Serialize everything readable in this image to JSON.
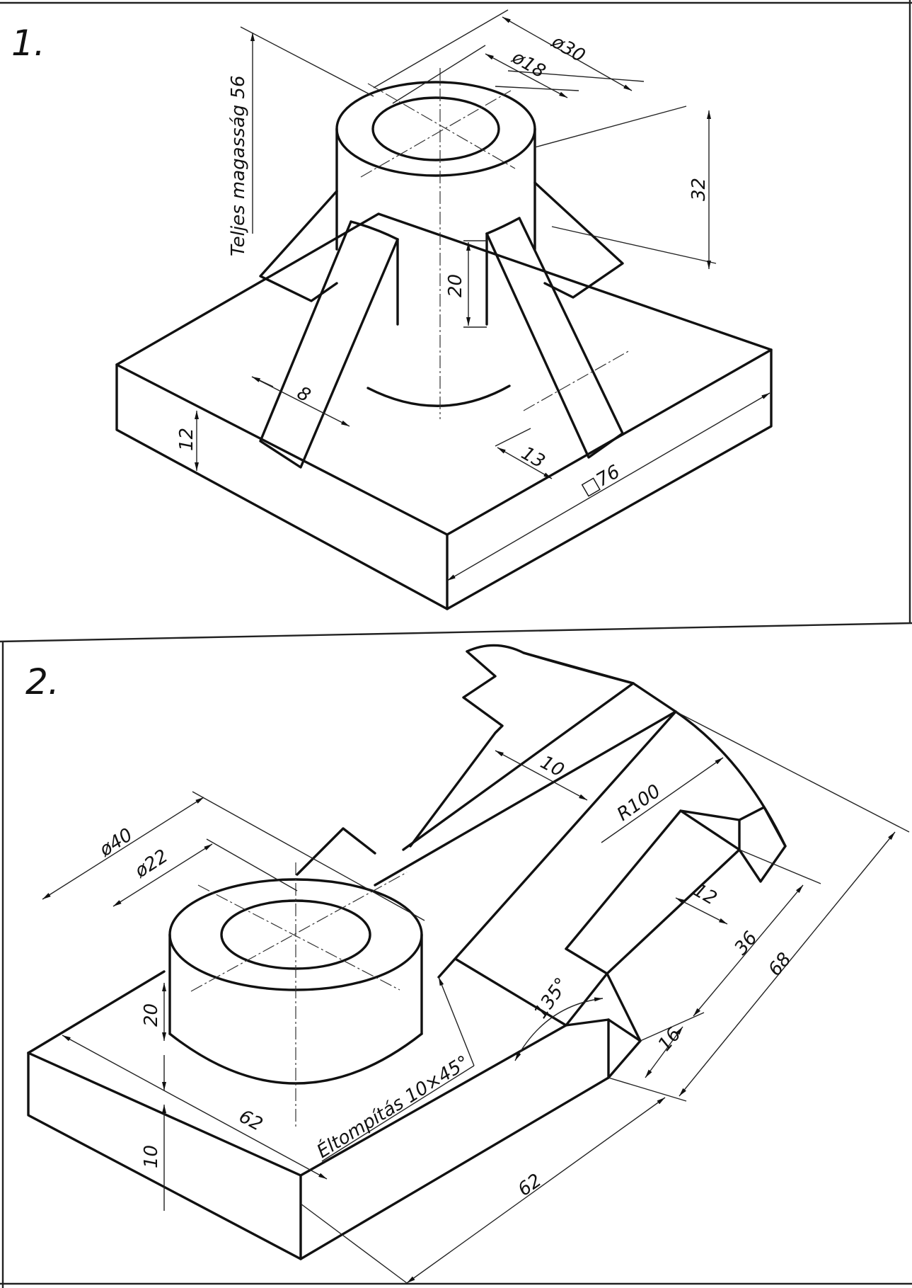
{
  "figure1": {
    "number": "1.",
    "dims": {
      "total_height": "Teljes  magasság  56",
      "d30": "ø30",
      "d18": "ø18",
      "h32": "32",
      "h20": "20",
      "w8": "8",
      "t12": "12",
      "w13": "13",
      "sq76": "□76"
    }
  },
  "figure2": {
    "number": "2.",
    "dims": {
      "d40": "ø40",
      "d22": "ø22",
      "w10": "10",
      "r100": "R100",
      "w12": "12",
      "l36": "36",
      "l68": "68",
      "l16": "16",
      "a135": "135°",
      "chamfer": "Éltompítás 10×45°",
      "h20": "20",
      "l62a": "62",
      "t10": "10",
      "l62b": "62"
    }
  }
}
